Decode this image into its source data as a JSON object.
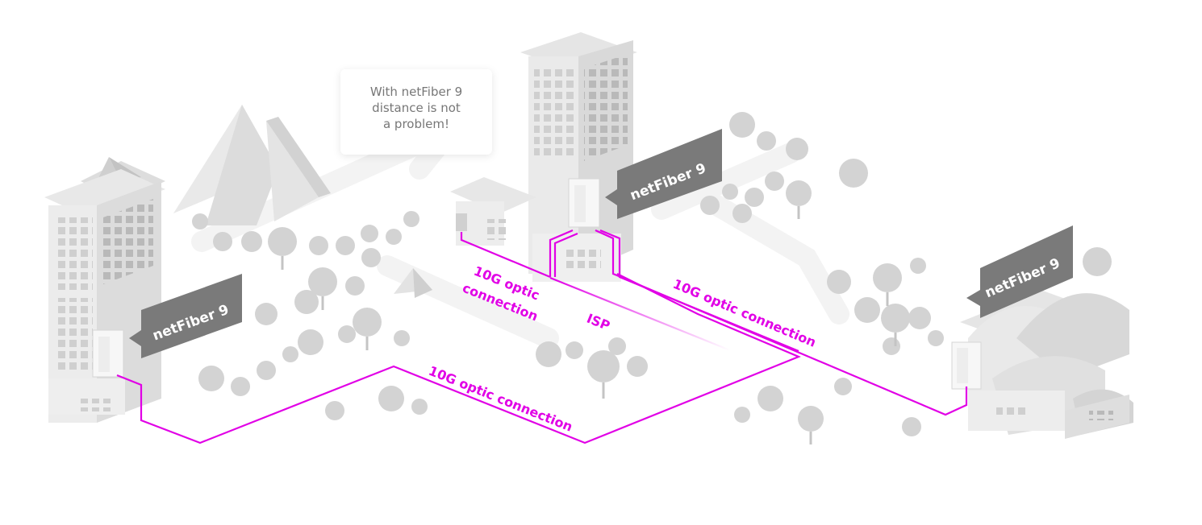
{
  "callout": {
    "line1": "With netFiber 9",
    "line2": "distance is not",
    "line3": "a problem!"
  },
  "device_labels": {
    "left": "netFiber 9",
    "center": "netFiber 9",
    "right": "netFiber 9"
  },
  "link_labels": {
    "upper_left_line1": "10G optic",
    "upper_left_line2": "connection",
    "isp": "ISP",
    "bottom": "10G optic connection",
    "right": "10G optic connection"
  },
  "colors": {
    "fiber": "#e100e6",
    "device_tag": "#7a7a7a",
    "building": "#e6e6e6",
    "tree": "#cfcfcf"
  }
}
